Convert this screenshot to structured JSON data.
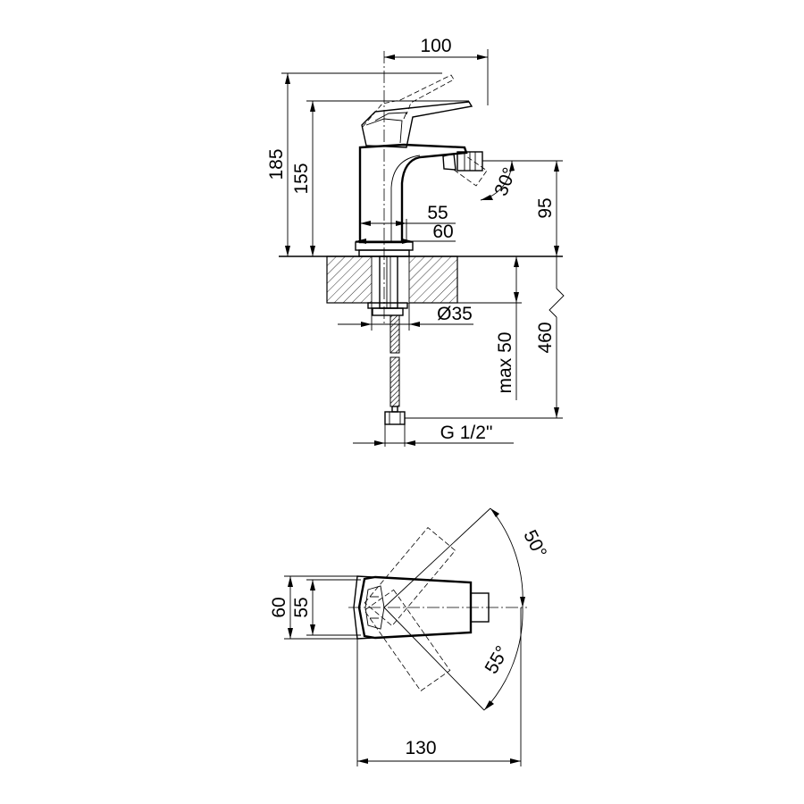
{
  "side_view": {
    "dim_width_top": "100",
    "dim_height_total": "185",
    "dim_height_body": "155",
    "dim_spout_height": "95",
    "dim_base_55": "55",
    "dim_base_60": "60",
    "dim_angle_nozzle": "30°",
    "dim_hole_diameter": "Ø35",
    "dim_max_thickness": "max 50",
    "dim_hose_length": "460",
    "dim_thread": "G 1/2\""
  },
  "top_view": {
    "dim_width_60": "60",
    "dim_width_55": "55",
    "dim_length_130": "130",
    "dim_angle_50": "50°",
    "dim_angle_55": "55°"
  }
}
